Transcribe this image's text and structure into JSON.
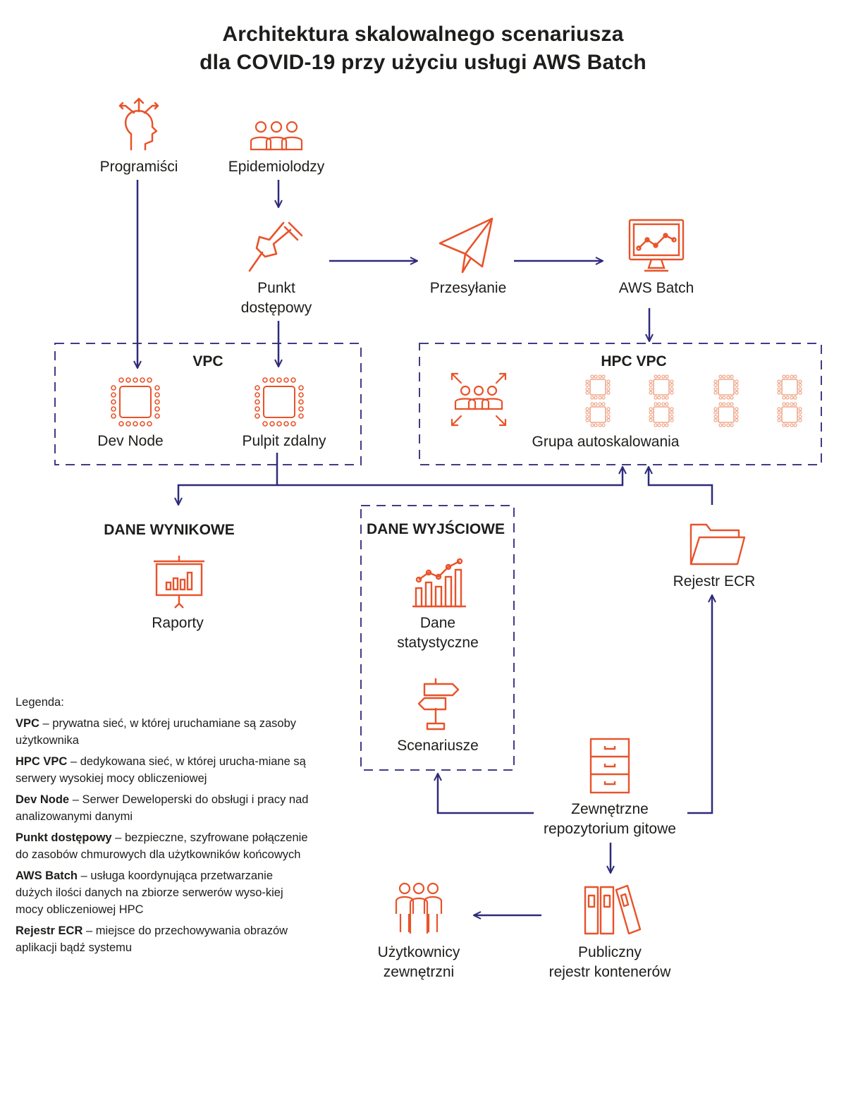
{
  "colors": {
    "accent": "#e8532a",
    "arrow": "#2e2a7a",
    "dash": "#3f3c86",
    "text": "#1d1d1b"
  },
  "title": {
    "line1": "Architektura skalowalnego scenariusza",
    "line2": "dla COVID-19 przy użyciu usługi AWS Batch"
  },
  "nodes": {
    "programisci": {
      "label": "Programiści",
      "icon": "head-arrows-icon"
    },
    "epidemiolodzy": {
      "label": "Epidemiolodzy",
      "icon": "people-group-icon"
    },
    "punkt": {
      "line1": "Punkt",
      "line2": "dostępowy",
      "icon": "pushpin-icon"
    },
    "przesylanie": {
      "label": "Przesyłanie",
      "icon": "paper-plane-icon"
    },
    "aws_batch": {
      "label": "AWS Batch",
      "icon": "monitor-chart-icon"
    },
    "dev_node": {
      "label": "Dev Node",
      "icon": "chip-icon"
    },
    "pulpit": {
      "label": "Pulpit zdalny",
      "icon": "chip-icon"
    },
    "grupa": {
      "label": "Grupa autoskalowania",
      "icon": "scale-group-icon"
    },
    "raporty": {
      "label": "Raporty",
      "icon": "presentation-board-icon"
    },
    "dane_stat": {
      "line1": "Dane",
      "line2": "statystyczne",
      "icon": "bar-chart-icon"
    },
    "scenariusze": {
      "label": "Scenariusze",
      "icon": "signpost-icon"
    },
    "rejestr_ecr": {
      "label": "Rejestr ECR",
      "icon": "folder-icon"
    },
    "zewn_repo": {
      "line1": "Zewnętrzne",
      "line2": "repozytorium gitowe",
      "icon": "file-cabinet-icon"
    },
    "uzytkownicy": {
      "line1": "Użytkownicy",
      "line2": "zewnętrzni",
      "icon": "users-group-icon"
    },
    "publiczny": {
      "line1": "Publiczny",
      "line2": "rejestr kontenerów",
      "icon": "binders-icon"
    }
  },
  "groups": {
    "vpc": "VPC",
    "hpc_vpc": "HPC VPC",
    "dane_wynikowe": "DANE WYNIKOWE",
    "dane_wyjsciowe": "DANE WYJŚCIOWE"
  },
  "legend": {
    "title": "Legenda:",
    "items": [
      {
        "term": "VPC",
        "desc": " – prywatna sieć, w której uruchamiane są zasoby użytkownika"
      },
      {
        "term": "HPC VPC",
        "desc": " – dedykowana sieć, w której urucha-miane są serwery wysokiej mocy obliczeniowej"
      },
      {
        "term": "Dev Node",
        "desc": " – Serwer Deweloperski do obsługi i pracy nad analizowanymi danymi"
      },
      {
        "term": "Punkt dostępowy",
        "desc": " – bezpieczne, szyfrowane połączenie do zasobów chmurowych dla użytkowników końcowych"
      },
      {
        "term": "AWS Batch",
        "desc": " – usługa koordynująca przetwarzanie dużych ilości danych na zbiorze serwerów wyso-kiej mocy obliczeniowej HPC"
      },
      {
        "term": "Rejestr ECR",
        "desc": " – miejsce do przechowywania obrazów aplikacji bądź systemu"
      }
    ]
  }
}
